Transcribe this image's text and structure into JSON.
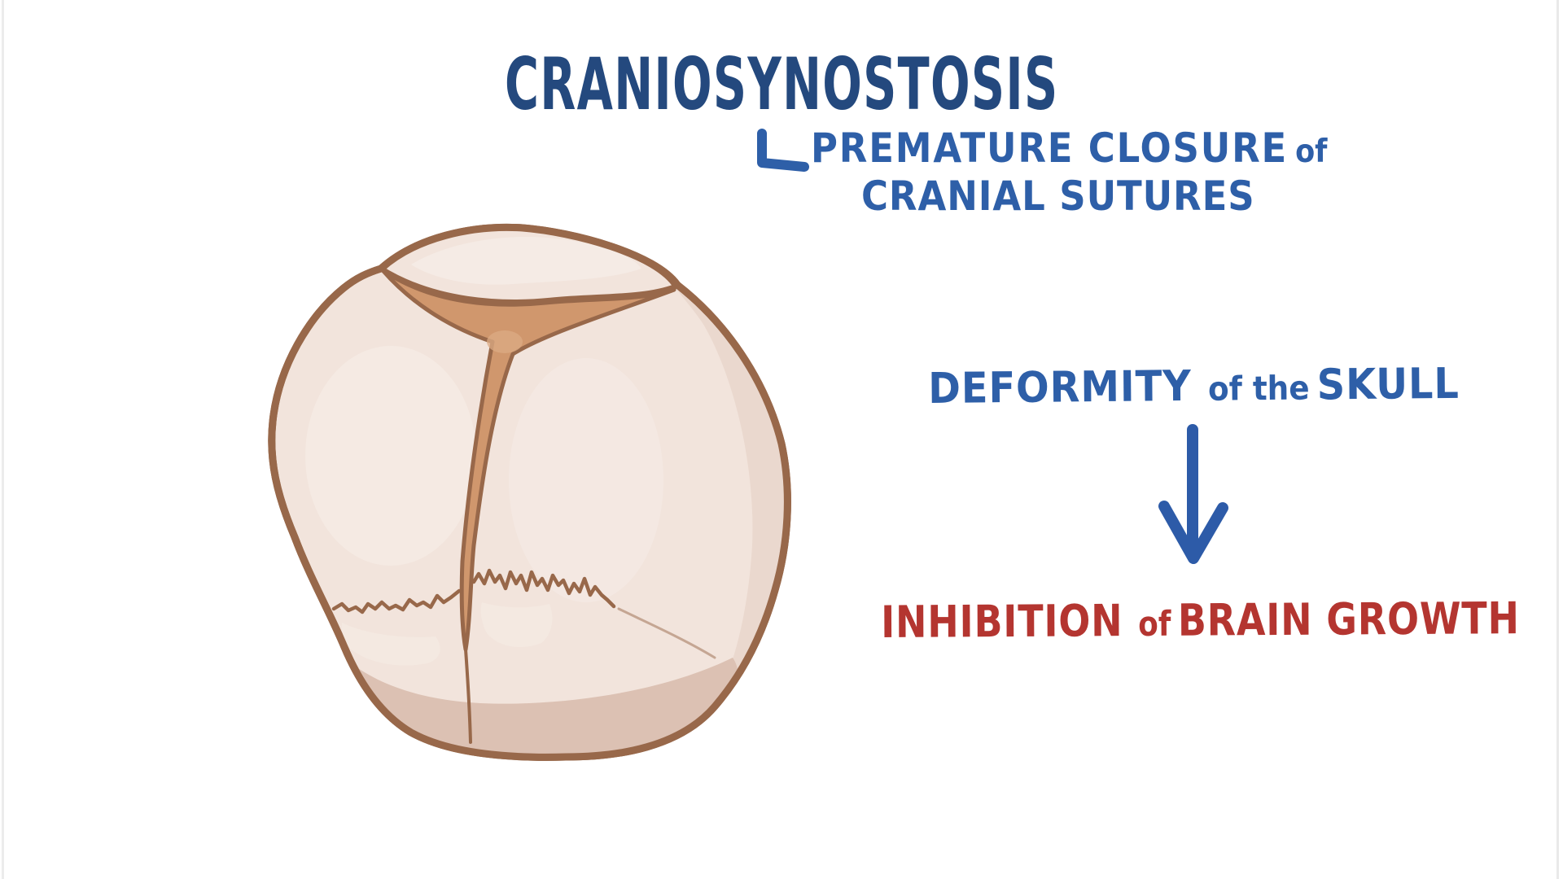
{
  "palette": {
    "background": "#ffffff",
    "navy": "#24497e",
    "blue": "#2e5fa8",
    "arrow_blue": "#2d5ba8",
    "red": "#b43530",
    "edge_line": "#ececec"
  },
  "title": {
    "text": "CRANIOSYNOSTOSIS"
  },
  "definition": {
    "bracket_icon": "elbow-bracket",
    "line1_caps": "PREMATURE CLOSURE",
    "line1_small": "of",
    "line2": "CRANIAL SUTURES"
  },
  "flow": {
    "cause": {
      "caps1": "DEFORMITY",
      "small": "of the",
      "caps2": "SKULL"
    },
    "arrow": {
      "icon": "arrow-down",
      "direction": "down"
    },
    "effect": {
      "caps1": "INHIBITION",
      "small": "of",
      "caps2": "BRAIN GROWTH"
    }
  },
  "illustration": {
    "name": "infant-skull-top-view",
    "outline": "#98684a",
    "bone": "#f2e4dc",
    "bone_shadow_right": "#e9d6cb",
    "bone_shadow_bottom": "#dcc1b3",
    "bone_highlight": "#f7eee8",
    "bone_patch": "#f4e9e1",
    "suture": "#d0976d",
    "suture_light": "#dcab84"
  }
}
